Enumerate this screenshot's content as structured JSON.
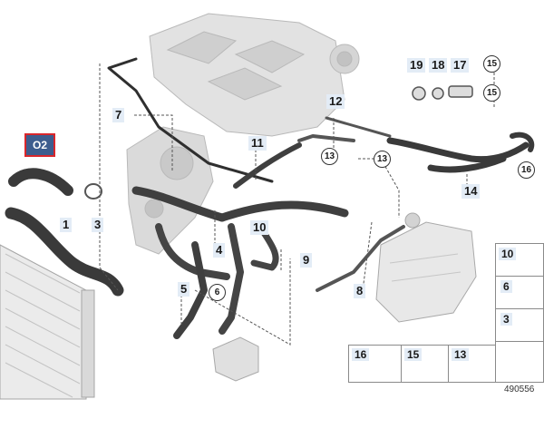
{
  "badge": {
    "label": "O2"
  },
  "callouts": {
    "c1": "1",
    "c3": "3",
    "c4": "4",
    "c5": "5",
    "c6": "6",
    "c7": "7",
    "c8": "8",
    "c9": "9",
    "c10": "10",
    "c11": "11",
    "c12": "12",
    "c13a": "13",
    "c13b": "13",
    "c14": "14",
    "c15a": "15",
    "c15b": "15",
    "c16": "16",
    "c17": "17",
    "c18": "18",
    "c19": "19"
  },
  "legend": {
    "r10": "10",
    "r6": "6",
    "r3": "3",
    "b16": "16",
    "b15": "15",
    "b13": "13"
  },
  "diagram_id": "490556",
  "colors": {
    "hose": "#4a4a4a",
    "hose_dark": "#2f2f2f",
    "engine": "#d6d6d6",
    "callout_bg": "#e3ecf6",
    "badge_bg": "#3d5d8e",
    "badge_border": "#d9262b"
  }
}
